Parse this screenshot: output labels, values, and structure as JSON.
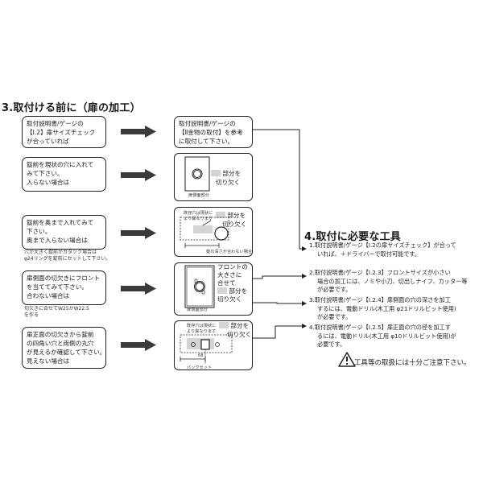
{
  "section3": {
    "title": "3.取付ける前に（扉の加工）"
  },
  "section4": {
    "title": "4.取付に必要な工具"
  },
  "steps": [
    {
      "lines": [
        "取付説明書/ゲージの",
        "【Ⅰ.2】扉サイズチェック",
        "が合っていれば"
      ]
    },
    {
      "lines": [
        "錠前を現状の穴に入れて",
        "みて下さい。",
        "入らない場合は"
      ]
    },
    {
      "lines": [
        "錠前を奥まで入れてみて",
        "下さい。",
        "奥まで入らない場合は"
      ],
      "note": [
        "穴が大きく錠前がガタツク場合は",
        "φ24リングを錠前にセットして下さい。"
      ]
    },
    {
      "lines": [
        "扉側面の切欠きにフロント",
        "を当ててみて下さい。",
        "合わない場合は"
      ],
      "note": [
        "切欠きに合せてW25かW22.5",
        "を作る"
      ]
    },
    {
      "lines": [
        "扉正面の切欠きから錠前",
        "の四角い穴と両側の丸穴",
        "が見えるか確認して下さい。",
        "見えない場合は"
      ]
    }
  ],
  "panels": {
    "p1": [
      "取付説明書/ゲージの",
      "【Ⅱ金物の取付】を参考",
      "に取付して下さい。"
    ],
    "p2": {
      "label1": "部分を",
      "label2": "切り欠く",
      "caption": "扉側面部分"
    },
    "p3": {
      "label1": "既存穴は現状に",
      "label2": "より異なります",
      "cut1": "部分を",
      "cut2": "切り欠く",
      "caption": "錠の深さが合わない場合"
    },
    "p4": [
      "フロントの",
      "大きさに",
      "合せて",
      "部分を",
      "切り欠く"
    ],
    "p4_caption": "扉側面部分",
    "p5": {
      "label1": "既存穴は現状に",
      "label2": "より異なります",
      "cut1": "部分を",
      "cut2": "切り欠く",
      "dim": "68",
      "dim_label": "バックセット"
    }
  },
  "tools": [
    [
      "1.取付説明書/ゲージ【Ⅰ.2の扉サイズチェック】が合って",
      "いれば、＋ドライバーで取付可能です。"
    ],
    [
      "2.取付説明書/ゲージ【Ⅰ.2.3】フロントサイズが小さい",
      "場合の加工には、ノミや小刀、切出しナイフ、カッター等",
      "が必要です。"
    ],
    [
      "3.取付説明書/ゲージ【Ⅰ.2.4】扉側面の穴の深さを加工",
      "するには、電動ドリル(木工用 φ21ドリルビット使用)",
      "が必要です。"
    ],
    [
      "4.取付説明書/ゲージ【Ⅰ.2.5】扉正面の穴の径を加工す",
      "るには、電動ドリル(木工用 φ10ドリルビット使用)が",
      "必要です。"
    ]
  ],
  "caution": "工具等の取扱には十分ご注意下さい。"
}
